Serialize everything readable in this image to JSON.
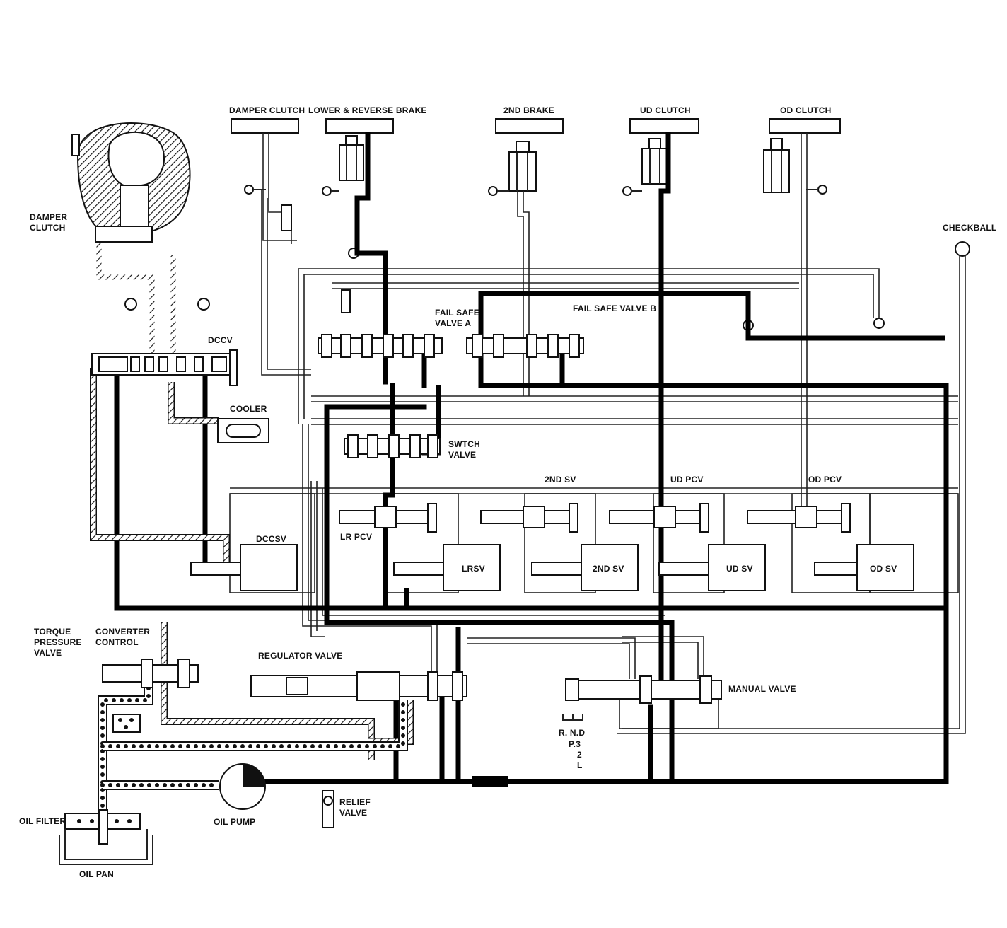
{
  "labels": {
    "damper_clutch_top": "DAMPER CLUTCH",
    "lower_reverse_brake": "LOWER & REVERSE BRAKE",
    "second_brake": "2ND BRAKE",
    "ud_clutch": "UD CLUTCH",
    "od_clutch": "OD CLUTCH",
    "damper_clutch_left_1": "DAMPER",
    "damper_clutch_left_2": "CLUTCH",
    "checkball": "CHECKBALL",
    "fail_safe_a_1": "FAIL SAFE",
    "fail_safe_a_2": "VALVE A",
    "fail_safe_b": "FAIL SAFE VALVE B",
    "dccv": "DCCV",
    "cooler": "COOLER",
    "switch_valve_1": "SWTCH",
    "switch_valve_2": "VALVE",
    "second_sv": "2ND SV",
    "ud_pcv": "UD PCV",
    "od_pcv": "OD PCV",
    "dccsv": "DCCSV",
    "lr_pcv": "LR PCV",
    "lrsv": "LRSV",
    "second_sv_solenoid": "2ND SV",
    "ud_sv": "UD SV",
    "od_sv": "OD SV",
    "torque_pressure_1": "TORQUE",
    "torque_pressure_2": "PRESSURE",
    "torque_pressure_3": "VALVE",
    "converter_control_1": "CONVERTER",
    "converter_control_2": "CONTROL",
    "regulator_valve": "REGULATOR VALVE",
    "manual_valve": "MANUAL VALVE",
    "range_1": "R. N.D",
    "range_2": "P.3",
    "range_3": "2",
    "range_4": "L",
    "oil_filter": "OIL FILTER",
    "oil_pan": "OIL PAN",
    "oil_pump": "OIL PUMP",
    "relief_1": "RELIEF",
    "relief_2": "VALVE"
  }
}
